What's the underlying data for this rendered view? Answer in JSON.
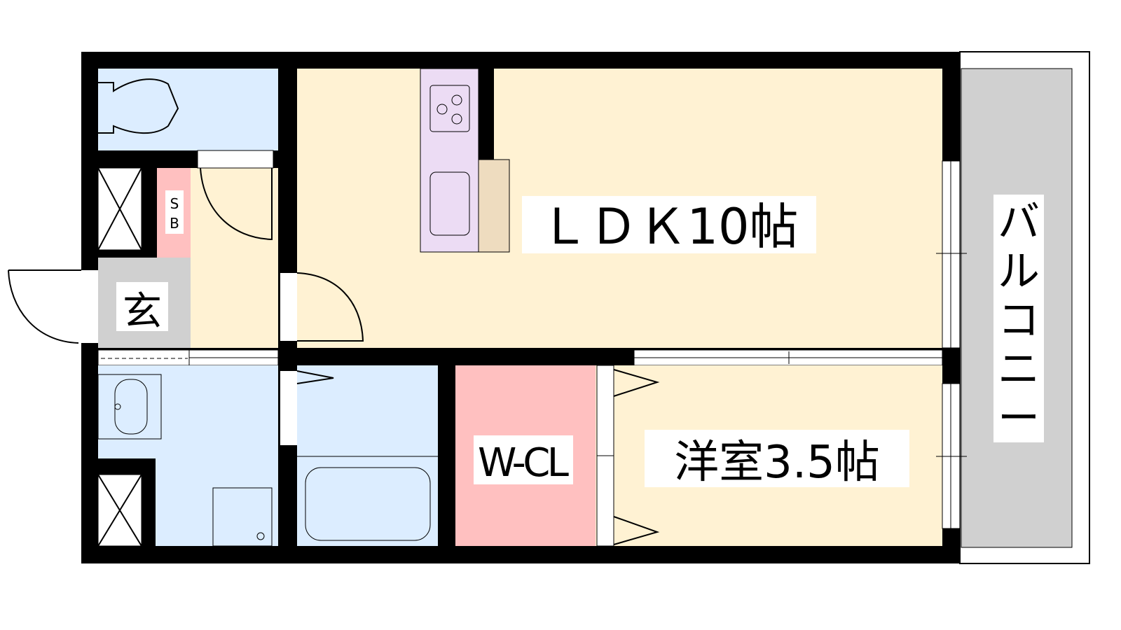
{
  "rooms": {
    "ldk": "ＬＤＫ10帖",
    "western": "洋室3.5帖",
    "walk_in_closet": "W-CL",
    "entrance": "玄",
    "shoe_box_s": "S",
    "shoe_box_b": "B",
    "balcony": [
      "バ",
      "ル",
      "コ",
      "ニ",
      "ー"
    ]
  },
  "colors": {
    "wall": "#000000",
    "living": "#fff2d3",
    "wet": "#dcedff",
    "closet_pink": "#ffc0c0",
    "kitchen": "#ecdcf4",
    "entrance_gray": "#d0d0d0"
  }
}
